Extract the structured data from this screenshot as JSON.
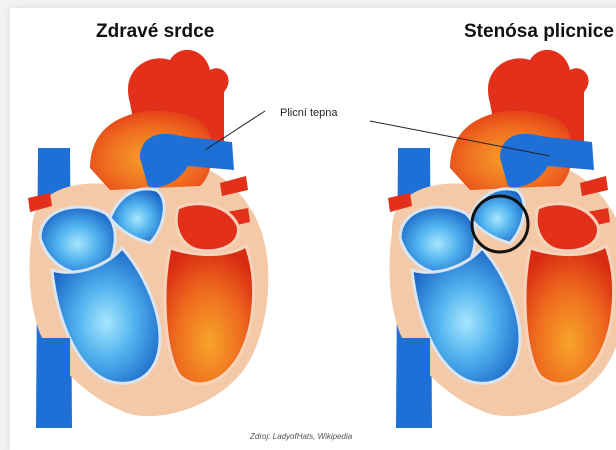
{
  "titles": {
    "left": "Zdravé srdce",
    "right": "Stenósa plicnice"
  },
  "callout_label": "Plicní tepna",
  "source": "Zdroj: LadyofHats, Wikipedia",
  "colors": {
    "oxygenated_red": "#e63a1e",
    "deoxygenated_blue": "#1e78d8",
    "light_blue": "#5ec6f5",
    "muscle_tan": "#f3c9a7",
    "orange": "#f18a2a",
    "stenosis_ring": "#111111"
  },
  "icons": {
    "stenosis_marker": "circle-outline"
  }
}
